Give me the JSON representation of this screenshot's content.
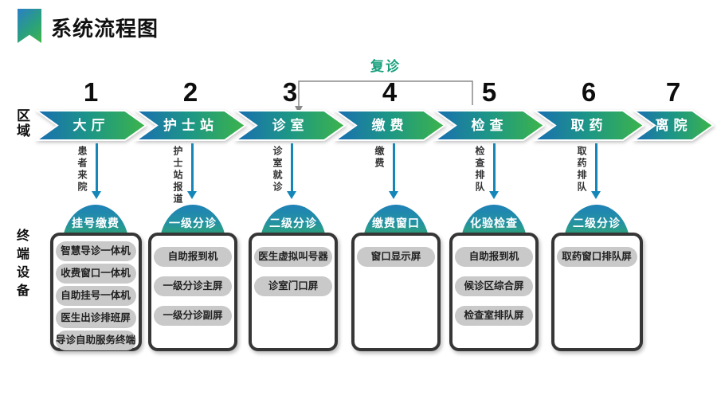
{
  "header": {
    "title": "系统流程图"
  },
  "side_labels": {
    "area": "区域",
    "terminal": "终端设备"
  },
  "revisit": {
    "label": "复诊"
  },
  "stages": [
    {
      "num": "1",
      "name": "大厅",
      "flow_label": "患者来院"
    },
    {
      "num": "2",
      "name": "护士站",
      "flow_label": "护士站报道"
    },
    {
      "num": "3",
      "name": "诊室",
      "flow_label": "诊室就诊"
    },
    {
      "num": "4",
      "name": "缴费",
      "flow_label": "缴费"
    },
    {
      "num": "5",
      "name": "检查",
      "flow_label": "检查排队"
    },
    {
      "num": "6",
      "name": "取药",
      "flow_label": "取药排队"
    },
    {
      "num": "7",
      "name": "离院"
    }
  ],
  "terminal_groups": [
    {
      "header": "挂号缴费",
      "devices": [
        "智慧导诊一体机",
        "收费窗口一体机",
        "自助挂号一体机",
        "医生出诊排班屏",
        "导诊自助服务终端"
      ]
    },
    {
      "header": "一级分诊",
      "devices": [
        "自助报到机",
        "一级分诊主屏",
        "一级分诊副屏"
      ]
    },
    {
      "header": "二级分诊",
      "devices": [
        "医生虚拟叫号器",
        "诊室门口屏"
      ]
    },
    {
      "header": "缴费窗口",
      "devices": [
        "窗口显示屏"
      ]
    },
    {
      "header": "化验检查",
      "devices": [
        "自助报到机",
        "候诊区综合屏",
        "检查室排队屏"
      ]
    },
    {
      "header": "二级分诊",
      "devices": [
        "取药窗口排队屏"
      ]
    }
  ],
  "colors": {
    "arrow_blue": "#1a6eb2",
    "arrow_teal": "#1d9785",
    "arrow_green": "#3db44a",
    "dome_top": "#1e81b7",
    "dome_bottom": "#38ae52",
    "connector": "#1486b8",
    "revisit_text": "#16a07c",
    "bracket_line": "#8a8a8a",
    "device_pill": "#c9c9c9",
    "box_border": "#363636"
  }
}
